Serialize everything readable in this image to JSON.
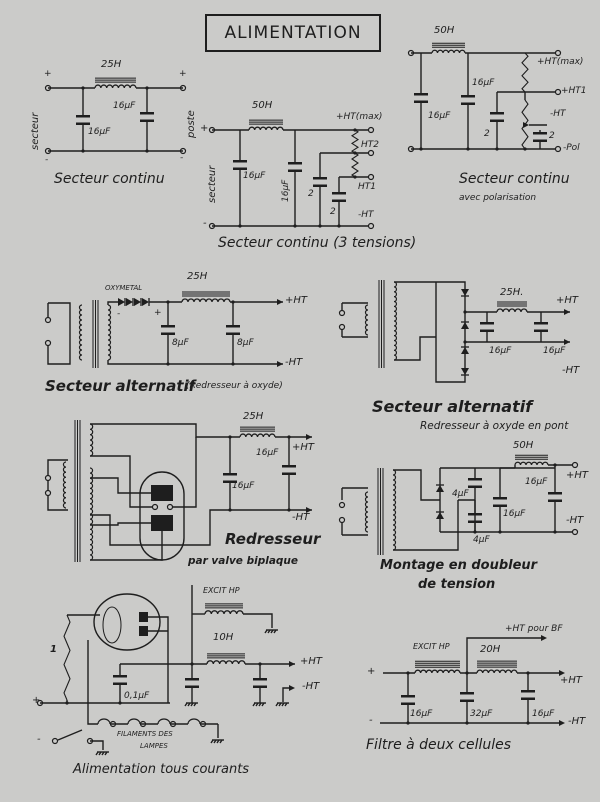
{
  "title": "ALIMENTATION",
  "d1": {
    "caption": "Secteur continu",
    "inductor": "25H",
    "cap_a": "16µF",
    "cap_b": "16µF",
    "plus_l": "+",
    "plus_r": "+",
    "minus_l": "-",
    "minus_r": "-",
    "left_label": "secteur",
    "right_label": "poste"
  },
  "d2": {
    "caption": "Secteur continu  (3 tensions)",
    "inductor": "50H",
    "cap_a": "16µF",
    "cap_b": "16µF",
    "cap_c": "2",
    "cap_d": "2",
    "plus": "+",
    "minus": "-",
    "out_max": "+HT(max)",
    "out_2": "HT2",
    "out_1": "HT1",
    "out_neg": "-HT",
    "left_label": "secteur"
  },
  "d3": {
    "caption": "Secteur continu",
    "subcaption": "avec polarisation",
    "inductor": "50H",
    "cap_a": "16µF",
    "cap_b": "16µF",
    "cap_c": "2",
    "cap_d": "2",
    "out_max": "+HT(max)",
    "out_1": "+HT1",
    "out_neg": "-HT",
    "out_pol": "-Pol"
  },
  "d4": {
    "caption": "Secteur alternatif",
    "subcaption": "(Redresseur à oxyde)",
    "rectifier": "OXYMETAL",
    "inductor": "25H",
    "cap_a": "8µF",
    "cap_b": "8µF",
    "minus": "-",
    "plus": "+",
    "out_pos": "+HT",
    "out_neg": "-HT"
  },
  "d5": {
    "caption": "Secteur alternatif",
    "subcaption": "Redresseur à oxyde en pont",
    "inductor": "25H.",
    "cap_a": "16µF",
    "cap_b": "16µF",
    "out_pos": "+HT",
    "out_neg": "-HT"
  },
  "d6": {
    "caption": "Redresseur",
    "subcaption": "par valve biplaque",
    "inductor": "25H",
    "cap_a": "16µF",
    "cap_b": "16µF",
    "out_pos": "+HT",
    "out_neg": "-HT"
  },
  "d7": {
    "caption": "Montage en doubleur",
    "subcaption": "de tension",
    "inductor": "50H",
    "cap_a": "4µF",
    "cap_b": "4µF",
    "cap_c": "16µF",
    "cap_d": "16µF",
    "out_pos": "+HT",
    "out_neg": "-HT"
  },
  "d8": {
    "caption": "Alimentation  tous courants",
    "excit": "EXCIT HP",
    "inductor": "10H",
    "resistor": "1",
    "cap_a": "0,1µF",
    "plus": "+",
    "minus": "-",
    "out_pos": "+HT",
    "out_neg": "-HT",
    "filaments_1": "FILAMENTS DES",
    "filaments_2": "LAMPES"
  },
  "d9": {
    "caption": "Filtre à deux cellules",
    "excit": "EXCIT HP",
    "inductor": "20H",
    "bf": "+HT  pour BF",
    "cap_a": "16µF",
    "cap_b": "32µF",
    "cap_c": "16µF",
    "plus": "+",
    "minus": "-",
    "out_pos": "+HT",
    "out_neg": "-HT"
  },
  "colors": {
    "paper": "#cbcbc9",
    "ink": "#1e1e1e"
  }
}
